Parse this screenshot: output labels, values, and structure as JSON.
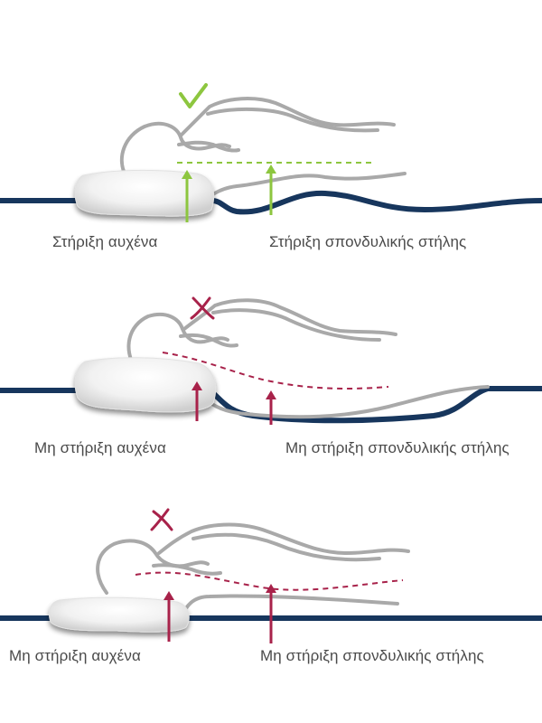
{
  "colors": {
    "mattress": "#17365d",
    "body_outline": "#a9a9a9",
    "correct": "#8dc63f",
    "incorrect": "#a8224a",
    "label_text": "#4a4a4a"
  },
  "panels": [
    {
      "status": "correct",
      "status_icon": "check-icon",
      "neck_label": "Στήριξη αυχένα",
      "spine_label": "Στήριξη σπονδυλικής στήλης"
    },
    {
      "status": "incorrect",
      "status_icon": "cross-icon",
      "neck_label": "Μη στήριξη αυχένα",
      "spine_label": "Μη στήριξη σπονδυλικής στήλης"
    },
    {
      "status": "incorrect",
      "status_icon": "cross-icon",
      "neck_label": "Μη στήριξη αυχένα",
      "spine_label": "Μη στήριξη σπονδυλικής στήλης"
    }
  ]
}
